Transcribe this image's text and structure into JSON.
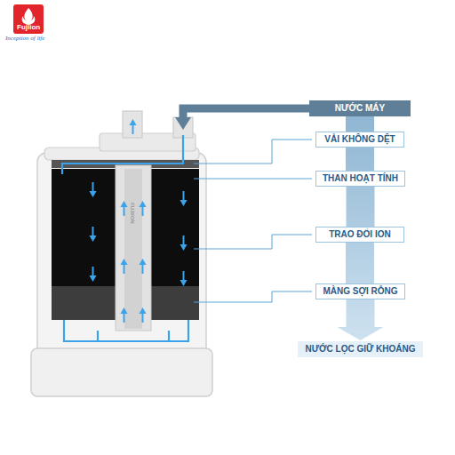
{
  "diagram": {
    "nodes": [
      {
        "text": [
          "NƯỚC MÁY"
        ]
      },
      {
        "text": [
          "VẢI KHÔNG DỆT"
        ]
      },
      {
        "text": [
          "THAN HOẠT TÍNH"
        ]
      },
      {
        "text": [
          "TRAO ĐỔI ION"
        ]
      },
      {
        "text": [
          "MÀNG SỢI RỖNG"
        ]
      },
      {
        "text": [
          "NƯỚC LỌC GIỮ KHOÁNG"
        ]
      }
    ],
    "edges": [
      {
        "from": 0,
        "to": 1,
        "arrow": "none"
      },
      {
        "from": 1,
        "to": 2,
        "arrow": "none"
      },
      {
        "from": 2,
        "to": 3,
        "arrow": "none"
      },
      {
        "from": 3,
        "to": 4,
        "arrow": "none"
      },
      {
        "from": 4,
        "to": 5,
        "arrow": "to"
      }
    ],
    "labels": [
      "Fujiion",
      "Inception of life",
      "FUJIION"
    ]
  }
}
